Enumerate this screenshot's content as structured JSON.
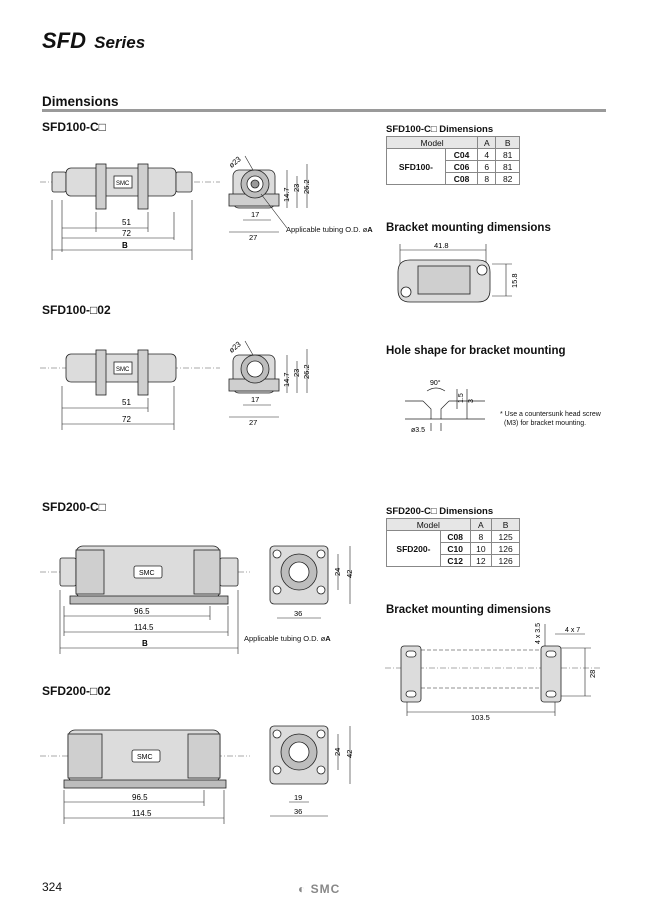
{
  "header": {
    "series_name": "SFD",
    "series_word": "Series"
  },
  "section_title": "Dimensions",
  "sfd100_c": {
    "title": "SFD100-C□",
    "dims": {
      "d1": "51",
      "d2": "72",
      "d3": "B",
      "d4": "17",
      "d5": "27",
      "d6": "14.7",
      "d7": "23",
      "d8": "26.2",
      "d9": "ø23"
    },
    "tubing_label": "Applicable tubing O.D. ø",
    "tubing_var": "A"
  },
  "sfd100_02": {
    "title": "SFD100-□02",
    "dims": {
      "d1": "51",
      "d2": "72",
      "d4": "17",
      "d5": "27",
      "d6": "14.7",
      "d7": "23",
      "d8": "26.2",
      "d9": "ø23"
    }
  },
  "table100": {
    "title": "SFD100-C□ Dimensions",
    "headers": [
      "Model",
      "A",
      "B"
    ],
    "model": "SFD100-",
    "rows": [
      {
        "code": "C04",
        "a": "4",
        "b": "81"
      },
      {
        "code": "C06",
        "a": "6",
        "b": "81"
      },
      {
        "code": "C08",
        "a": "8",
        "b": "82"
      }
    ]
  },
  "bracket100": {
    "title": "Bracket mounting dimensions",
    "w": "41.8",
    "h": "15.8"
  },
  "hole": {
    "title": "Hole shape for bracket mounting",
    "angle": "90°",
    "d1": "1.5",
    "d2": "3",
    "dia": "ø3.5",
    "note_line1": "* Use a countersunk head screw",
    "note_line2": "(M3) for bracket mounting."
  },
  "sfd200_c": {
    "title": "SFD200-C□",
    "dims": {
      "d1": "96.5",
      "d2": "114.5",
      "d3": "B",
      "d4": "36",
      "d5": "24",
      "d6": "42"
    },
    "tubing_label": "Applicable tubing O.D. ø",
    "tubing_var": "A",
    "logo": "SMC"
  },
  "table200": {
    "title": "SFD200-C□ Dimensions",
    "headers": [
      "Model",
      "A",
      "B"
    ],
    "model": "SFD200-",
    "rows": [
      {
        "code": "C08",
        "a": "8",
        "b": "125"
      },
      {
        "code": "C10",
        "a": "10",
        "b": "126"
      },
      {
        "code": "C12",
        "a": "12",
        "b": "126"
      }
    ]
  },
  "bracket200": {
    "title": "Bracket mounting dimensions",
    "w": "103.5",
    "h": "28",
    "top1": "4 x 3.5",
    "top2": "4 x 7"
  },
  "sfd200_02": {
    "title": "SFD200-□02",
    "dims": {
      "d1": "96.5",
      "d2": "114.5",
      "d4": "19",
      "d5": "36",
      "d6": "24",
      "d7": "42"
    }
  },
  "footer": {
    "page": "324",
    "brand": "SMC"
  }
}
